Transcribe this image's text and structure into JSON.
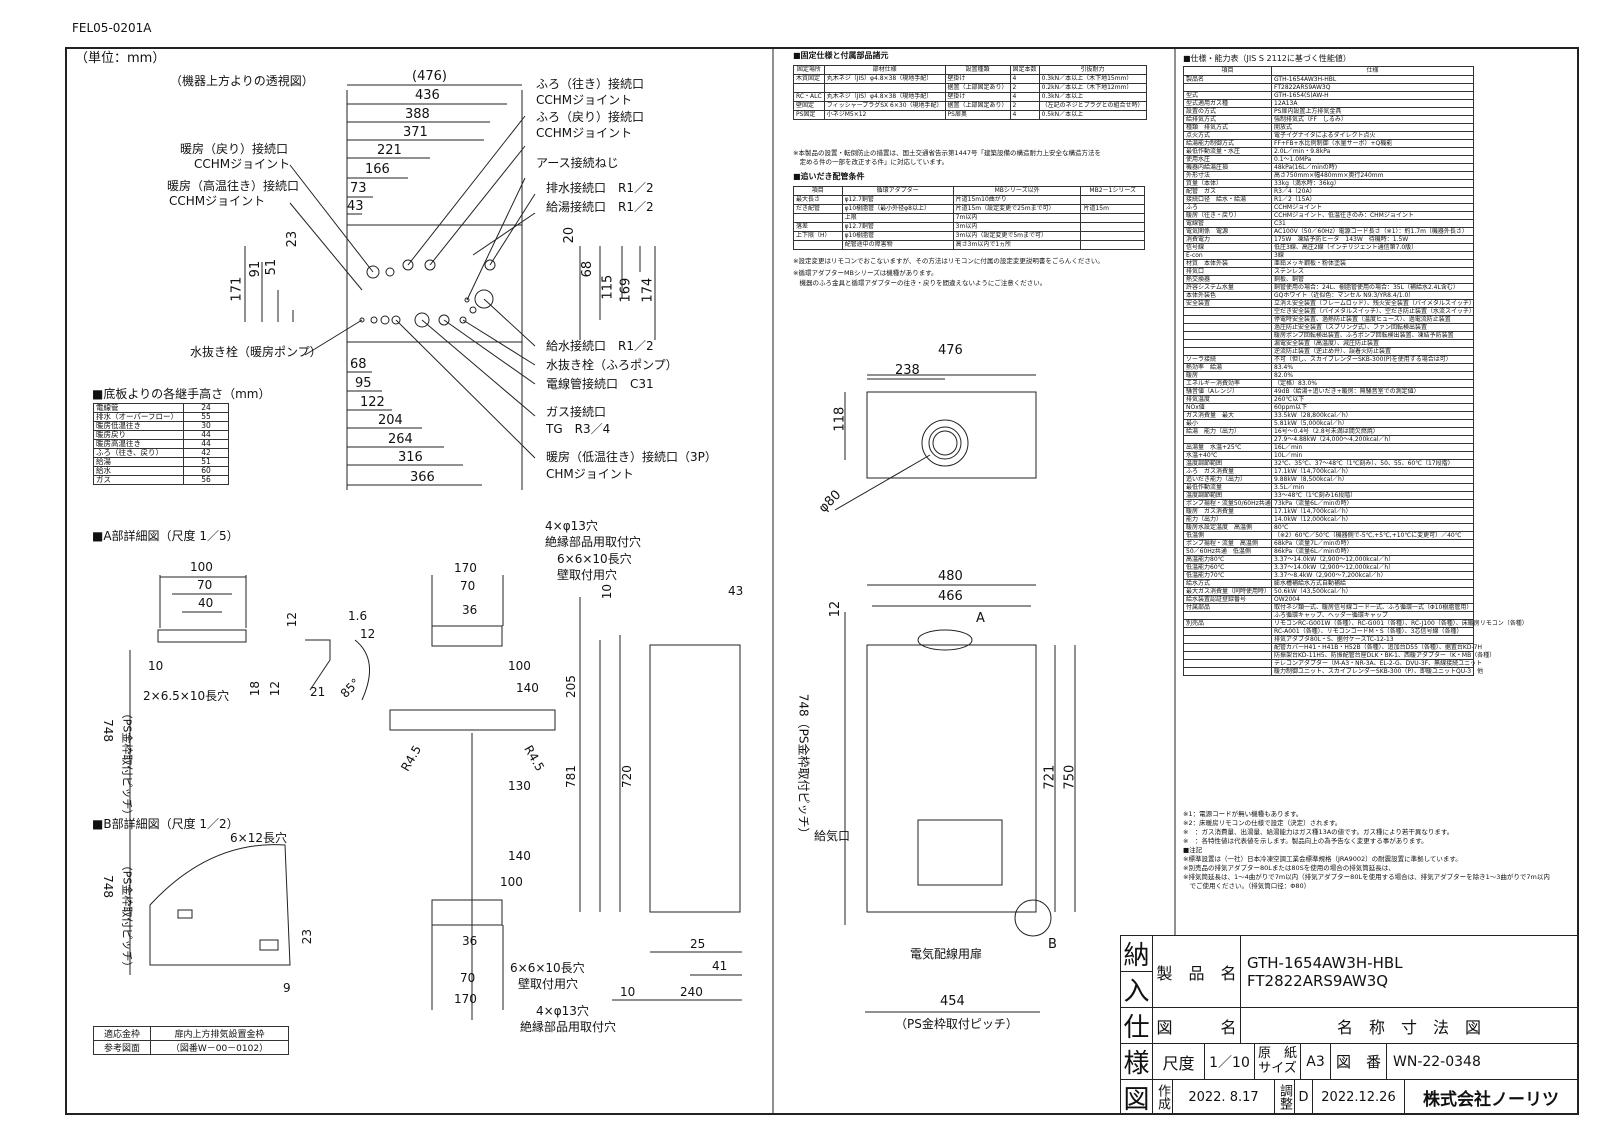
{
  "doc_code": "FEL05-0201A",
  "unit_label": "（単位：mm）",
  "top_view": {
    "title": "（機器上方よりの透視図）",
    "dims_h": [
      "(476)",
      "436",
      "388",
      "371",
      "221",
      "166",
      "73",
      "43"
    ],
    "dims_h_bottom": [
      "68",
      "95",
      "122",
      "204",
      "264",
      "316",
      "366"
    ],
    "dims_v_left": [
      "23",
      "51",
      "91",
      "171"
    ],
    "dims_v_right": [
      "20",
      "68",
      "115",
      "169",
      "174"
    ],
    "labels": [
      "暖房（戻り）接続口",
      "CCHMジョイント",
      "暖房（高温往き）接続口",
      "CCHMジョイント",
      "ふろ（往き）接続口",
      "CCHMジョイント",
      "ふろ（戻り）接続口",
      "CCHMジョイント",
      "アース接続ねじ",
      "排水接続口　R1／2",
      "給湯接続口　R1／2",
      "水抜き栓（暖房ポンプ）",
      "給水接続口　R1／2",
      "水抜き栓（ふろポンプ）",
      "電線管接続口　C31",
      "ガス接続口",
      "TG　R3／4",
      "暖房（低温往き）接続口（3P）",
      "CHMジョイント"
    ]
  },
  "height_table": {
    "title": "■底板よりの各継手高さ（mm）",
    "rows": [
      [
        "電線管",
        "24"
      ],
      [
        "排水（オーバーフロー）",
        "55"
      ],
      [
        "暖房低温往き",
        "30"
      ],
      [
        "暖房戻り",
        "44"
      ],
      [
        "暖房高温往き",
        "44"
      ],
      [
        "ふろ（往き、戻り）",
        "42"
      ],
      [
        "給湯",
        "51"
      ],
      [
        "給水",
        "60"
      ],
      [
        "ガス",
        "56"
      ]
    ]
  },
  "detail_a": {
    "title": "■A部詳細図（尺度 1／5）",
    "dims": [
      "100",
      "70",
      "40",
      "12",
      "1.6",
      "12",
      "10",
      "18",
      "12",
      "21",
      "85°"
    ],
    "hole": "2×6.5×10長穴",
    "pitch_label": "748",
    "pitch_note": "（PS金枠取付ピッチ）"
  },
  "detail_b": {
    "title": "■B部詳細図（尺度 1／2）",
    "hole": "6×12長穴",
    "pitch_label": "748",
    "pitch_note": "（PS金枠取付ピッチ）",
    "dims": [
      "23",
      "9"
    ]
  },
  "ref_table": {
    "rows": [
      [
        "適応金枠",
        "扉内上方排気設置金枠"
      ],
      [
        "参考図面",
        "（図番W－00－0102）"
      ]
    ]
  },
  "bracket_view": {
    "labels_top": [
      "4×φ13穴",
      "絶縁部品用取付穴",
      "6×6×10長穴",
      "壁取付用穴"
    ],
    "labels_bottom": [
      "6×6×10長穴",
      "壁取付用穴",
      "4×φ13穴",
      "絶縁部品用取付穴"
    ],
    "dims": [
      "170",
      "70",
      "36",
      "100",
      "140",
      "R4.5",
      "R4.5",
      "130",
      "140",
      "100",
      "36",
      "70",
      "170",
      "205",
      "781",
      "720",
      "10",
      "25",
      "41",
      "240",
      "10",
      "43"
    ]
  },
  "plan_view": {
    "dims": [
      "476",
      "238",
      "118",
      "φ80"
    ]
  },
  "front_view": {
    "dims": [
      "480",
      "466",
      "12",
      "721",
      "750",
      "454"
    ],
    "labels": [
      "A",
      "B",
      "給気口",
      "電気配線用扉",
      "（PS金枠取付ピッチ）",
      "748（PS金枠取付ピッチ）"
    ]
  },
  "parts_table": {
    "title": "■固定仕様と付属部品諸元",
    "header": [
      "固定場所",
      "部材仕様",
      "設置種類",
      "固定本数",
      "引抜耐力"
    ],
    "rows": [
      [
        "木質固定",
        "丸木ネジ（JIS）φ4.8×38（現地手配）",
        "壁掛け",
        "4",
        "0.3kN／本以上（木下地15mm）"
      ],
      [
        "",
        "",
        "据置（上部固定あり）",
        "2",
        "0.2kN／本以上（木下地12mm）"
      ],
      [
        "RC・ALC",
        "丸木ネジ（JIS）φ4.8×38（現地手配）",
        "壁掛け",
        "4",
        "0.3kN／本以上"
      ],
      [
        "壁固定",
        "フィッシャープラグSX 6×30（現地手配）",
        "据置（上部固定あり）",
        "2",
        "（左記のネジとプラグとの組合せ時）"
      ],
      [
        "PS固定",
        "小ネジM5×12",
        "PS扉奥",
        "4",
        "0.5kN／本以上"
      ]
    ],
    "note1": "※本製品の設置・転倒防止の措置は、国土交通省告示第1447号「建築設備の構造耐力上安全な構造方法を",
    "note2": "　定める件の一部を改正する件」に対応しています。"
  },
  "reheat_table": {
    "title": "■追いだき配管条件",
    "header": [
      "項目",
      "循環アダプター",
      "MBシリーズ以外",
      "MB2－1シリーズ"
    ],
    "rows": [
      [
        "最大長さ",
        "φ12.7銅管",
        "片道15m10曲がり",
        ""
      ],
      [
        "だき配管",
        "φ10樹脂管（最小外径φ8以上）",
        "片道15m（設定変更で25mまで可）",
        "片道15m"
      ],
      [
        "",
        "上限",
        "7m以内",
        ""
      ],
      [
        "落差",
        "φ12.7銅管",
        "3m以内",
        ""
      ],
      [
        "上下限（H）",
        "φ10樹脂管",
        "3m以内（設定変更で5mまで可）",
        ""
      ],
      [
        "",
        "配管途中の障害物",
        "高さ3m以内で1ヵ所",
        ""
      ]
    ],
    "note1": "※設定変更はリモコンでおこないますが、その方法はリモコンに付属の設定変更説明書をごらんください。",
    "note2": "※循環アダプターMBシリーズは機種があります。",
    "note3": "　機器のふろ金具と循環アダプターの往き・戻りを間違えないようにご注意ください。"
  },
  "spec_table": {
    "title": "■仕様・能力表（JIS S 2112に基づく性能値）",
    "header": [
      "項目",
      "仕様"
    ],
    "rows": [
      [
        "製品名",
        "GTH-1654AW3H-HBL"
      ],
      [
        "",
        "FT2822ARS9AW3Q"
      ],
      [
        "型式",
        "GTH-1654(S)AW-H"
      ],
      [
        "型式適用ガス種",
        "12A13A"
      ],
      [
        "設置の方式",
        "PS扉内設置上方排気金具"
      ],
      [
        "給排気方式",
        "強制排気式（FF　しるみ）"
      ],
      [
        "種類　排気方式",
        "開放式"
      ],
      [
        "点火方式",
        "電子イグナイタによるダイレクト点火"
      ],
      [
        "給湯能力制御方式",
        "FF+FB+水比例制御（水量サーボ）+Q機能"
      ],
      [
        "最低作動流量・水圧",
        "2.0L／min・9.8kPa"
      ],
      [
        "使用水圧",
        "0.1～1.0MPa"
      ],
      [
        "機器内給湯圧損",
        "48kPa(16L／minの時)"
      ],
      [
        "外形寸法",
        "高さ750mm×幅480mm×奥行240mm"
      ],
      [
        "質量（本体）",
        "33kg（満水時：36kg）"
      ],
      [
        "配管　ガス",
        "R3／4（20A）"
      ],
      [
        "接続口径　給水・給湯",
        "R1／2（15A）"
      ],
      [
        "ふろ",
        "CCHMジョイント"
      ],
      [
        "暖房（往き・戻り）",
        "CCHMジョイント、低温往きのみ：CHMジョイント"
      ],
      [
        "電線管",
        "C31"
      ],
      [
        "電気関係　電源",
        "AC100V（50／60Hz）電源コード長さ（※1）：約1.7m（機器外長さ）"
      ],
      [
        "消費電力",
        "175W　凍結予防ヒータ　143W　待機時：1.5W"
      ],
      [
        "信号線",
        "低圧3線、高圧2線（インテリジェント通信第7.0版）"
      ],
      [
        "E-con",
        "3線"
      ],
      [
        "材質　本体外装",
        "亜鉛メッキ鋼板・粉体塗装"
      ],
      [
        "排気口",
        "ステンレス"
      ],
      [
        "熱交換器",
        "銅板、銅管"
      ],
      [
        "許容システム水量",
        "銅管使用の場合：24L、樹脂管使用の場合：35L（補給水2.4L含む）"
      ],
      [
        "本体外装色",
        "GQホワイト（近似色：マンセル N9.3/YR8.4/1.0）"
      ],
      [
        "安全装置",
        "立消え安全装置（フレームロッド）、残火安全装置（バイメタルスイッチ）"
      ],
      [
        "",
        "空だき安全装置（バイメタルスイッチ）、空だき防止装置（水流スイッチ）"
      ],
      [
        "",
        "停電時安全装置、過熱防止装置（温度ヒューズ）、過電流防止装置"
      ],
      [
        "",
        "過圧防止安全装置（スプリング式）、ファン回転検出装置"
      ],
      [
        "",
        "暖房ポンプ回転検出装置、ふろポンプ回転検出装置、凍結予防装置"
      ],
      [
        "",
        "漏電安全装置（高温度）、減圧防止装置"
      ],
      [
        "",
        "逆流防止装置（逆止め弁）、誤着火防止装置"
      ],
      [
        "ソーラ接続",
        "不可（但し、スカイブレンダーSKB-300(P)を使用する場合は可）"
      ],
      [
        "熱効率　給湯",
        "83.4%"
      ],
      [
        "暖房",
        "82.0%"
      ],
      [
        "エネルギー消費効率",
        "（定格）83.0%"
      ],
      [
        "騒音値（Aレンジ）",
        "49dB（給湯+追いだき+暖房：無騒音室での測定値）"
      ],
      [
        "排気温度",
        "260℃以下"
      ],
      [
        "NOx値",
        "60ppm以下"
      ],
      [
        "ガス消費量　最大",
        "33.5kW（28,800kcal／h）"
      ],
      [
        "最小",
        "5.81kW（5,000kcal／h）"
      ],
      [
        "給湯　能力（出力）",
        "16号～0.4号（2.8号未満は間欠燃焼）"
      ],
      [
        "",
        "27.9～4.88kW（24,000～4,200kcal／h）"
      ],
      [
        "出湯量　水温+25℃",
        "16L／min"
      ],
      [
        "水温+40℃",
        "10L／min"
      ],
      [
        "温度調節範囲",
        "32℃、35℃、37～48℃（1℃刻み）、50、55、60℃（17段階）"
      ],
      [
        "ふろ　ガス消費量",
        "17.1kW（14,700kcal／h）"
      ],
      [
        "追いだき能力（出力）",
        "9.88kW（8,500kcal／h）"
      ],
      [
        "最低作動流量",
        "3.5L／min"
      ],
      [
        "温度調節範囲",
        "33～48℃（1℃刻み16段階）"
      ],
      [
        "ポンプ揚程・流量50/60Hz共通",
        "73kPa（流量6L／minの時）"
      ],
      [
        "暖房　ガス消費量",
        "17.1kW（14,700kcal／h）"
      ],
      [
        "能力（出力）",
        "14.0kW（12,000kcal／h）"
      ],
      [
        "暖房水設定温度　高温側",
        "80℃"
      ],
      [
        "低温側",
        "（※2）60℃／50℃（機器側で-5℃,+5℃,+10℃に変更可）／40℃"
      ],
      [
        "ポンプ揚程・流量　高温側",
        "68kPa（流量7L／minの時）"
      ],
      [
        "50／60Hz共通　低温側",
        "86kPa（流量6L／minの時）"
      ],
      [
        "高温能力80℃",
        "3.37～14.0kW（2,900～12,000kcal／h）"
      ],
      [
        "低温能力60℃",
        "3.37～14.0kW（2,900～12,000kcal／h）"
      ],
      [
        "低温能力70℃",
        "3.37～8.4kW（2,900～7,200kcal／h）"
      ],
      [
        "給水方式",
        "膨水槽補給水方式自動補給"
      ],
      [
        "最大ガス消費量（同時使用時）",
        "50.6kW（43,500kcal／h）"
      ],
      [
        "給水装置認証登録番号",
        "OW2004"
      ],
      [
        "付属部品",
        "取付ネジ類一式、暖房信号線コード一式、ふろ循環一式（Φ10樹脂管用）"
      ],
      [
        "",
        "ふろ循環キャップ、ヘッダー循環キャップ"
      ],
      [
        "別売品",
        "リモコンRC-G001W（各種）、RC-G001（各種）、RC-J100（各種）、床暖房リモコン（各種）"
      ],
      [
        "",
        "RC-A001（各種）、リモコンコードM・S（各種）、3芯信号線（各種）"
      ],
      [
        "",
        "排気アダプタ80L・S、据付ケースTC-12-13"
      ],
      [
        "",
        "配管カバーH41・H41B・H52B（各種）、追加台D55（各種）、据置台KD-7H"
      ],
      [
        "",
        "防振架台KD-11H5、防振配管台座DLK・BK-1、西暖アダプター（K・MB（各種）"
      ],
      [
        "",
        "テレコンアダプター（M-A3・NR-3A、EL-2-G、DVU-3F、無線接続ユニット"
      ],
      [
        "",
        "暖力制御ユニット、スカイブレンダーSKB-300（P）、即暖ユニットQU-3　他"
      ]
    ],
    "notes": [
      "※1：電源コードが無い機種もあります。",
      "※2：床暖房リモコンの仕様で設定（決定）されます。",
      "※　：ガス消費量、出湯量、給湯能力はガス種13Aの値です。ガス種により若干異なります。",
      "※　：各特性値は代表値を示します。製品向上の為予告なく変更する事があります。",
      "■注記",
      "※標準設置は（一社）日本冷凍空調工業会標準規格（JRA9002）の耐震設置に準拠しています。",
      "※別売品の排気アダプター80Lまたは80Sを使用の場合の排気筒延長は、",
      "※排気筒延長は、1～4曲がりで7m以内（排気アダプター80Lを使用する場合は、排気アダプターを除き1～3曲がりで7m以内",
      "　でご使用ください。（排気筒口径：Φ80）"
    ]
  },
  "title_block": {
    "side_chars": [
      "納",
      "入",
      "仕",
      "様",
      "図"
    ],
    "product_label": "製　品　名",
    "product_lines": [
      "GTH-1654AW3H-HBL",
      "FT2822ARS9AW3Q"
    ],
    "drawing_name_label": "図　　　名",
    "drawing_name": "名　称　寸　法　図",
    "scale_label": "尺度",
    "scale": "1／10",
    "paper_label_1": "原　紙",
    "paper_label_2": "サイズ",
    "paper": "A3",
    "number_label": "図　番",
    "number": "WN-22-0348",
    "created_label": "作成",
    "created_date": "2022. 8.17",
    "adjusted_label": "調整",
    "revision": "D",
    "revision_date": "2022.12.26",
    "company": "株式会社ノーリツ"
  }
}
